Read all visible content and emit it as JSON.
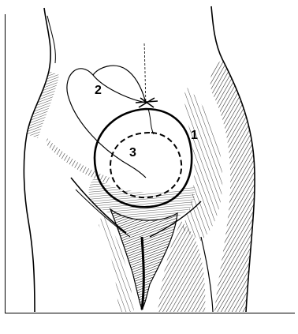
{
  "figure": {
    "labels": [
      {
        "id": "label-1",
        "text": "1"
      },
      {
        "id": "label-2",
        "text": "2"
      },
      {
        "id": "label-3",
        "text": "3"
      }
    ]
  },
  "colors": {
    "ink": "#000000",
    "background": "#ffffff"
  }
}
